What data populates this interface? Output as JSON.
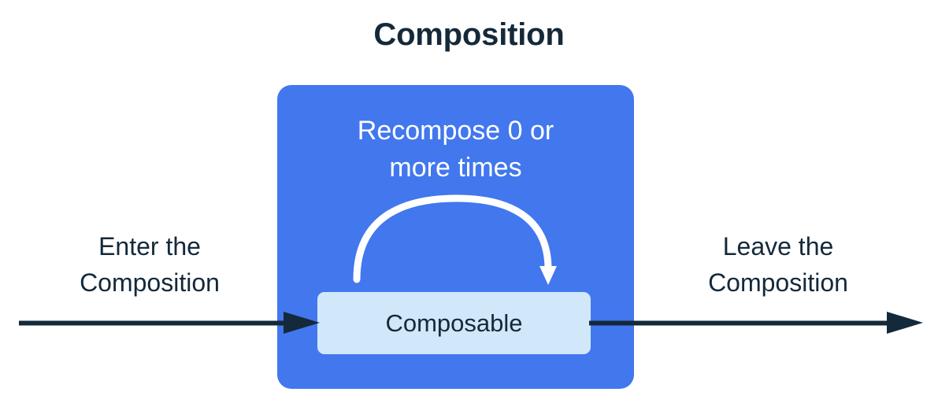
{
  "title": "Composition",
  "composition_box": {
    "recompose_label_line1": "Recompose 0 or",
    "recompose_label_line2": "more times",
    "recompose_arrow_icon": "curved-loop-arrow-icon",
    "composable_label": "Composable",
    "fill_color": "#4277EE",
    "composable_fill_color": "#D1E8FB"
  },
  "enter": {
    "caption_line1": "Enter the",
    "caption_line2": "Composition",
    "arrow_icon": "arrow-right-icon"
  },
  "leave": {
    "caption_line1": "Leave the",
    "caption_line2": "Composition",
    "arrow_icon": "arrow-right-icon"
  },
  "colors": {
    "ink": "#14293A",
    "blue": "#4277EE",
    "light_blue": "#D1E8FB",
    "white": "#FFFFFF",
    "background": "#FFFFFF"
  }
}
